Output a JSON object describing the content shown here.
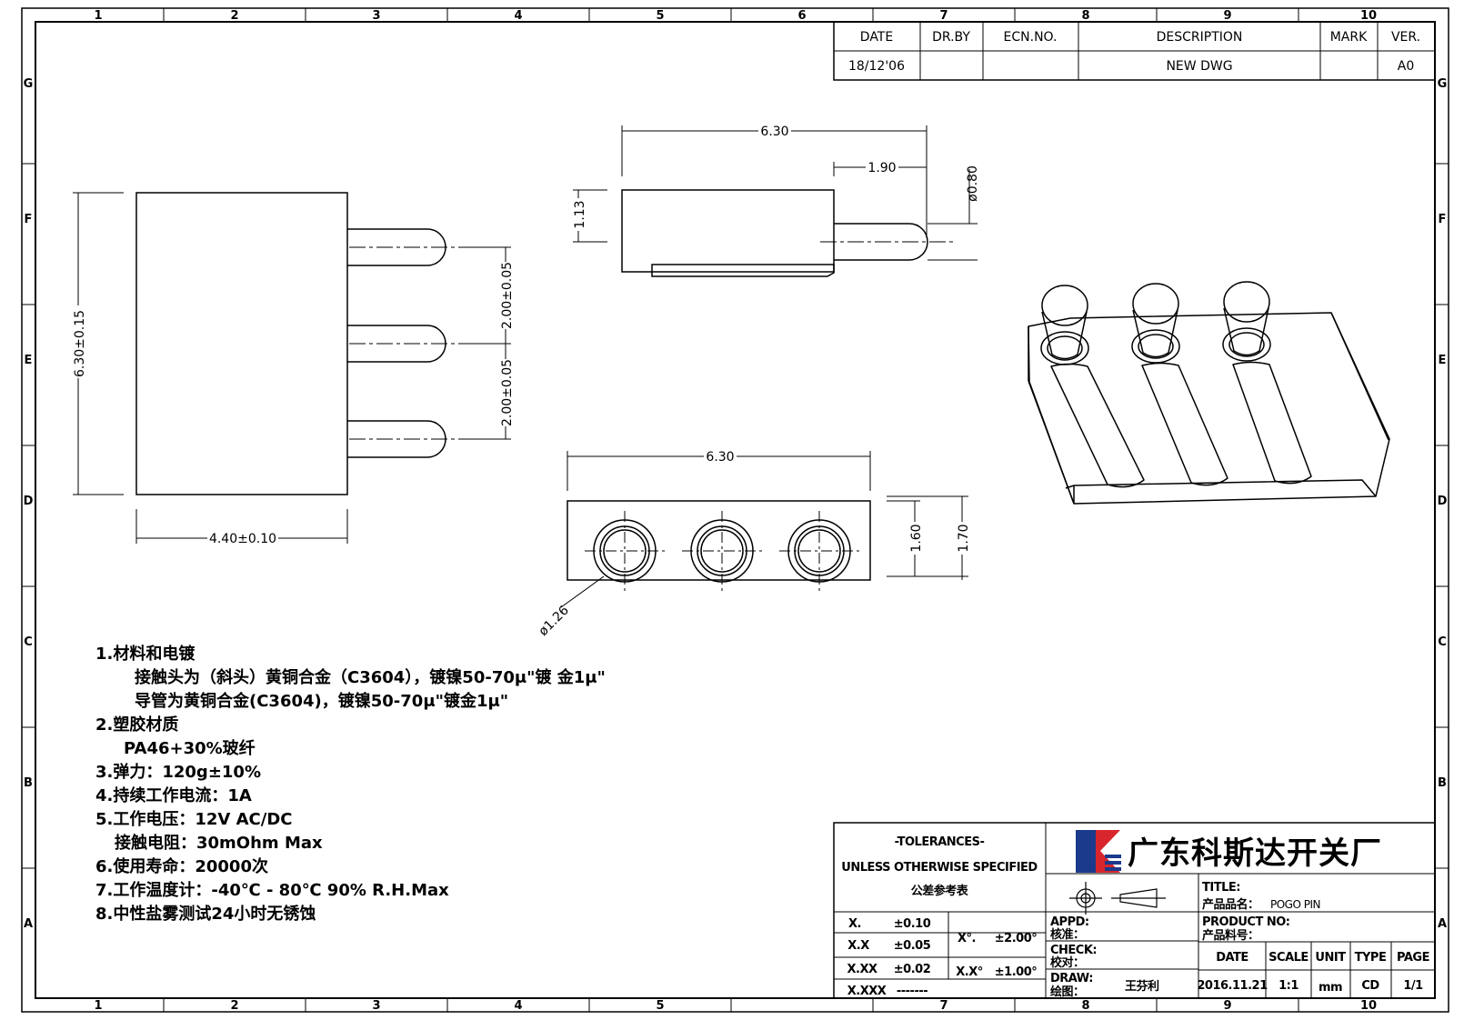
{
  "zones": {
    "columns": [
      "1",
      "2",
      "3",
      "4",
      "5",
      "6",
      "7",
      "8",
      "9",
      "10"
    ],
    "rows": [
      "G",
      "F",
      "E",
      "D",
      "C",
      "B",
      "A"
    ]
  },
  "revision_block": {
    "headers": [
      "DATE",
      "DR.BY",
      "ECN.NO.",
      "DESCRIPTION",
      "MARK",
      "VER."
    ],
    "row": [
      "18/12'06",
      "",
      "",
      "NEW DWG",
      "",
      "A0"
    ]
  },
  "dimensions": {
    "front_height": "6.30±0.15",
    "front_width": "4.40±0.10",
    "pitch_upper": "2.00±0.05",
    "pitch_lower": "2.00±0.05",
    "top_length": "6.30",
    "pin_protrusion": "1.90",
    "body_height": "1.13",
    "pin_diameter": "ø0.80",
    "bottom_length": "6.30",
    "bottom_height_inner": "1.60",
    "bottom_height_outer": "1.70",
    "ring_diameter": "ø1.26"
  },
  "notes": [
    "1.材料和电镀",
    "接触头为（斜头）黄铜合金（C3604），镀镍50-70μ\"镀 金1μ\"",
    "导管为黄铜合金(C3604)，镀镍50-70μ\"镀金1μ\"",
    "2.塑胶材质",
    "PA46+30%玻纤",
    "3.弹力：120g±10%",
    "4.持续工作电流：1A",
    "5.工作电压：12V AC/DC",
    "接触电阻：30mOhm Max",
    "6.使用寿命：20000次",
    "7.工作温度计：-40℃ - 80℃  90% R.H.Max",
    "8.中性盐雾测试24小时无锈蚀"
  ],
  "title_block": {
    "tolerances_title": "-TOLERANCES-",
    "tolerances_sub": "UNLESS OTHERWISE SPECIFIED",
    "tolerances_cn": "公差参考表",
    "tol_rows": [
      {
        "fmt": "X.",
        "val": "±0.10"
      },
      {
        "fmt": "X.X",
        "val": "±0.05"
      },
      {
        "fmt": "X.XX",
        "val": "±0.02"
      },
      {
        "fmt": "X.XXX",
        "val": "-------"
      }
    ],
    "angle_rows": [
      {
        "fmt": "X°.",
        "val": "±2.00°"
      },
      {
        "fmt": "X.X°",
        "val": "±1.00°"
      }
    ],
    "company": "广东科斯达开关厂",
    "title_label": "TITLE:",
    "product_name_label": "产品品名：",
    "product_name": "POGO PIN",
    "product_no_label": "PRODUCT NO:",
    "product_no_cn": "产品料号：",
    "appd_label": "APPD:",
    "appd_cn": "核准：",
    "check_label": "CHECK:",
    "check_cn": "校对：",
    "draw_label": "DRAW:",
    "draw_cn": "绘图：",
    "drawer": "王芬利",
    "headers": [
      "DATE",
      "SCALE",
      "UNIT",
      "TYPE",
      "PAGE"
    ],
    "values": [
      "2016.11.21",
      "1:1",
      "mm",
      "CD",
      "1/1"
    ]
  },
  "colors": {
    "line": "#000000",
    "logo_blue": "#1b3a8c",
    "logo_red": "#d8262c"
  }
}
